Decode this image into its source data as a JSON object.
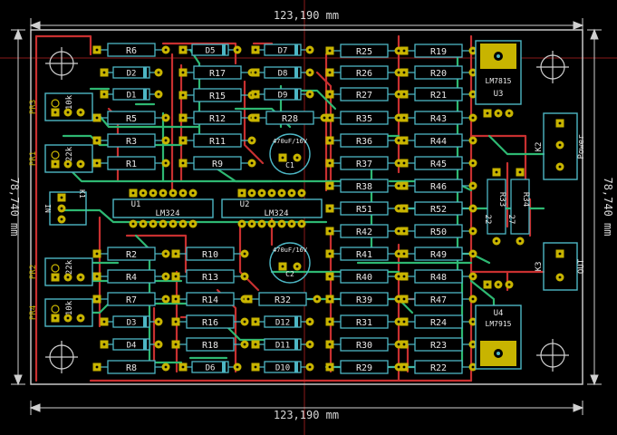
{
  "dimensions": {
    "width_label": "123,190 mm",
    "height_label": "78,740 mm"
  },
  "colors": {
    "background": "#000000",
    "outline": "#c8c8c8",
    "trace_front": "#c83030",
    "trace_back": "#2eb872",
    "silk": "#4db6c4",
    "pad": "#c8b400",
    "hole": "#ffffff"
  },
  "resistors": [
    {
      "ref": "R6"
    },
    {
      "ref": "R17"
    },
    {
      "ref": "R15"
    },
    {
      "ref": "R5"
    },
    {
      "ref": "R12"
    },
    {
      "ref": "R28"
    },
    {
      "ref": "R3"
    },
    {
      "ref": "R11"
    },
    {
      "ref": "R1"
    },
    {
      "ref": "R9"
    },
    {
      "ref": "R25"
    },
    {
      "ref": "R19"
    },
    {
      "ref": "R26"
    },
    {
      "ref": "R20"
    },
    {
      "ref": "R27"
    },
    {
      "ref": "R21"
    },
    {
      "ref": "R35"
    },
    {
      "ref": "R43"
    },
    {
      "ref": "R36"
    },
    {
      "ref": "R44"
    },
    {
      "ref": "R37"
    },
    {
      "ref": "R45"
    },
    {
      "ref": "R38"
    },
    {
      "ref": "R46"
    },
    {
      "ref": "R51"
    },
    {
      "ref": "R52"
    },
    {
      "ref": "R42"
    },
    {
      "ref": "R50"
    },
    {
      "ref": "R41"
    },
    {
      "ref": "R49"
    },
    {
      "ref": "R40"
    },
    {
      "ref": "R48"
    },
    {
      "ref": "R39"
    },
    {
      "ref": "R47"
    },
    {
      "ref": "R31"
    },
    {
      "ref": "R24"
    },
    {
      "ref": "R30"
    },
    {
      "ref": "R23"
    },
    {
      "ref": "R29"
    },
    {
      "ref": "R22"
    },
    {
      "ref": "R2"
    },
    {
      "ref": "R10"
    },
    {
      "ref": "R4"
    },
    {
      "ref": "R13"
    },
    {
      "ref": "R7"
    },
    {
      "ref": "R14"
    },
    {
      "ref": "R32"
    },
    {
      "ref": "R16"
    },
    {
      "ref": "R18"
    },
    {
      "ref": "R8"
    }
  ],
  "diodes": [
    {
      "ref": "D2"
    },
    {
      "ref": "D1"
    },
    {
      "ref": "D5"
    },
    {
      "ref": "D7"
    },
    {
      "ref": "D8"
    },
    {
      "ref": "D9"
    },
    {
      "ref": "D3"
    },
    {
      "ref": "D4"
    },
    {
      "ref": "D6"
    },
    {
      "ref": "D12"
    },
    {
      "ref": "D11"
    },
    {
      "ref": "D10"
    }
  ],
  "ics": [
    {
      "ref": "U1",
      "value": "LM324"
    },
    {
      "ref": "U2",
      "value": "LM324"
    }
  ],
  "regulators": [
    {
      "ref": "U3",
      "value": "LM7815"
    },
    {
      "ref": "U4",
      "value": "LM7915"
    }
  ],
  "capacitors": [
    {
      "ref": "C1",
      "value": "470uF/16V"
    },
    {
      "ref": "C2",
      "value": "470uF/16V"
    }
  ],
  "pots": [
    {
      "ref": "PR3",
      "value": "10k"
    },
    {
      "ref": "PR1",
      "value": "22k"
    },
    {
      "ref": "PR2",
      "value": "22k"
    },
    {
      "ref": "PR4",
      "value": "10k"
    }
  ],
  "connectors": [
    {
      "ref": "K1",
      "label": "IN"
    },
    {
      "ref": "K2",
      "label": "Power"
    },
    {
      "ref": "K3",
      "label": "OUT"
    }
  ],
  "vertical_resistors": [
    {
      "ref": "R33",
      "value": "22"
    },
    {
      "ref": "R34",
      "value": "27"
    }
  ]
}
